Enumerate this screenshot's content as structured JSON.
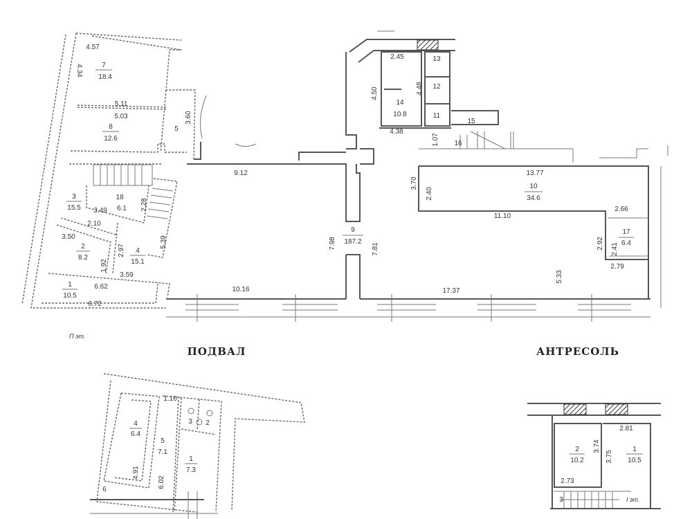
{
  "titles": {
    "basement": "ПОДВАЛ",
    "mezzanine": "АНТРЕСОЛЬ"
  },
  "ground_floor": {
    "rooms": [
      {
        "number": "7",
        "area": "18.4"
      },
      {
        "number": "8",
        "area": "12.6"
      },
      {
        "number": "5"
      },
      {
        "number": "3",
        "area": "15.5"
      },
      {
        "number": "18",
        "area": "6.1"
      },
      {
        "number": "2",
        "area": "8.2"
      },
      {
        "number": "4",
        "area": "15.1"
      },
      {
        "number": "1",
        "area": "10.5"
      },
      {
        "number": "9",
        "area": "187.2"
      },
      {
        "number": "10",
        "area": "34.6"
      },
      {
        "number": "14",
        "area": "10.8"
      },
      {
        "number": "13"
      },
      {
        "number": "12"
      },
      {
        "number": "11"
      },
      {
        "number": "15"
      },
      {
        "number": "16"
      },
      {
        "number": "17",
        "area": "6.4"
      }
    ],
    "dimensions": [
      "4.57",
      "4.34",
      "5.11",
      "5.03",
      "3.60",
      "3.49",
      "2.28",
      "2.10",
      "3.50",
      "2.97",
      "1.92",
      "5.39",
      "3.59",
      "6.62",
      "6.72",
      "9.12",
      "10.16",
      "7.98",
      "7.81",
      "17.37",
      "13.77",
      "3.70",
      "2.40",
      "11.10",
      "2.66",
      "2.92",
      "2.41",
      "2.79",
      "5.33",
      "2.45",
      "4.48",
      "4.50",
      "4.38",
      "1.07"
    ],
    "floor_mark": "П эт."
  },
  "basement": {
    "rooms": [
      {
        "number": "4",
        "area": "6.4"
      },
      {
        "number": "3"
      },
      {
        "number": "2"
      },
      {
        "number": "5",
        "area": "7.1"
      },
      {
        "number": "1",
        "area": "7.3"
      },
      {
        "number": "6"
      }
    ],
    "dimensions": [
      "1.16",
      "4.91",
      "6.02"
    ]
  },
  "mezzanine": {
    "rooms": [
      {
        "number": "2",
        "area": "10.2"
      },
      {
        "number": "1",
        "area": "10.5"
      },
      {
        "number": "3"
      }
    ],
    "dimensions": [
      "3.74",
      "3.75",
      "2.81",
      "2.73"
    ],
    "floor_mark": "I эт."
  }
}
